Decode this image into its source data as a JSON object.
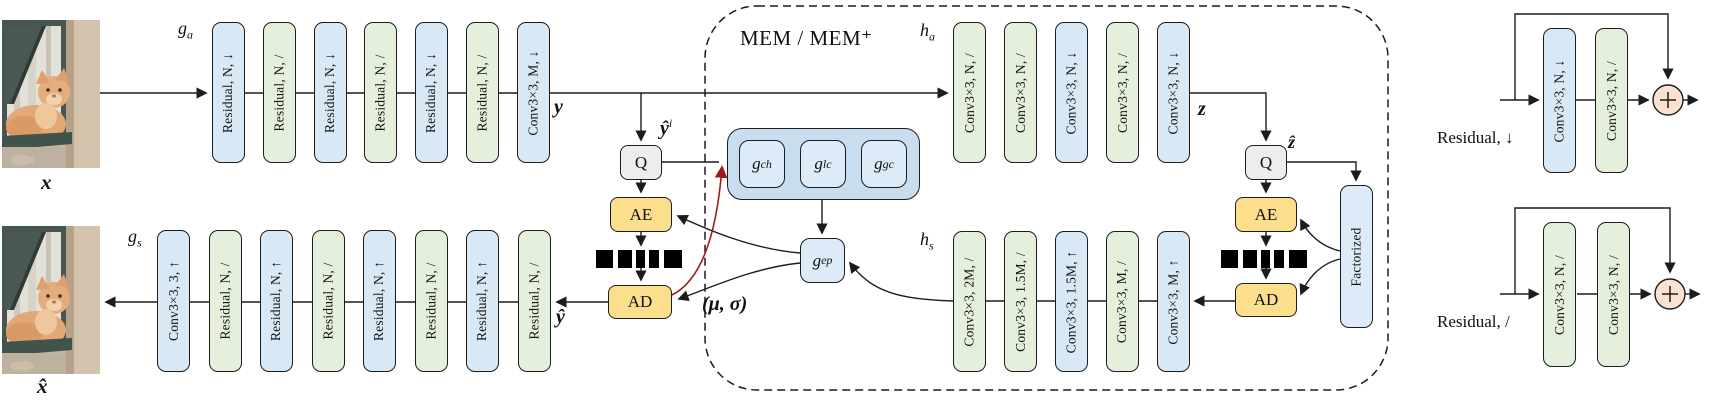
{
  "figure": {
    "input_label": "x",
    "output_label": "x̂",
    "signals": {
      "y": "y",
      "y_hat_base": "ŷ",
      "y_hat_sup": "i",
      "y_hat_dec": "ŷ",
      "z": "z",
      "z_hat": "ẑ",
      "mu_sigma": "(μ, σ)"
    },
    "encoder": {
      "name_base": "g",
      "name_sub": "a",
      "blocks": [
        {
          "label": "Residual, N, ↓",
          "type": "blue"
        },
        {
          "label": "Residual, N, /",
          "type": "green"
        },
        {
          "label": "Residual, N, ↓",
          "type": "blue"
        },
        {
          "label": "Residual, N, /",
          "type": "green"
        },
        {
          "label": "Residual, N, ↓",
          "type": "blue"
        },
        {
          "label": "Residual, N, /",
          "type": "green"
        },
        {
          "label": "Conv3×3, M, ↓",
          "type": "blue"
        }
      ]
    },
    "decoder": {
      "name_base": "g",
      "name_sub": "s",
      "blocks": [
        {
          "label": "Conv3×3, 3, ↑",
          "type": "blue"
        },
        {
          "label": "Residual, N, /",
          "type": "green"
        },
        {
          "label": "Residual, N, ↑",
          "type": "blue"
        },
        {
          "label": "Residual, N, /",
          "type": "green"
        },
        {
          "label": "Residual, N, ↑",
          "type": "blue"
        },
        {
          "label": "Residual, N, /",
          "type": "green"
        },
        {
          "label": "Residual, N, ↑",
          "type": "blue"
        },
        {
          "label": "Residual, N, /",
          "type": "green"
        }
      ]
    },
    "hyper_encoder": {
      "name_base": "h",
      "name_sub": "a",
      "blocks": [
        {
          "label": "Conv3×3, N, /",
          "type": "green"
        },
        {
          "label": "Conv3×3, N, /",
          "type": "green"
        },
        {
          "label": "Conv3×3, N, ↓",
          "type": "blue"
        },
        {
          "label": "Conv3×3, N, /",
          "type": "green"
        },
        {
          "label": "Conv3×3, N, ↓",
          "type": "blue"
        }
      ]
    },
    "hyper_decoder": {
      "name_base": "h",
      "name_sub": "s",
      "blocks": [
        {
          "label": "Conv3×3, 2M, /",
          "type": "green"
        },
        {
          "label": "Conv3×3, 1.5M, /",
          "type": "green"
        },
        {
          "label": "Conv3×3, 1.5M, ↑",
          "type": "blue"
        },
        {
          "label": "Conv3×3, M, /",
          "type": "green"
        },
        {
          "label": "Conv3×3, M, ↑",
          "type": "blue"
        }
      ]
    },
    "mem": {
      "title": "MEM / MEM⁺",
      "context_models": [
        {
          "base": "g",
          "sub": "ch"
        },
        {
          "base": "g",
          "sub": "lc"
        },
        {
          "base": "g",
          "sub": "gc"
        }
      ],
      "entropy_params": {
        "base": "g",
        "sub": "ep"
      },
      "factorized_label": "Factorized"
    },
    "codec": {
      "quantizer": "Q",
      "arithmetic_encoder": "AE",
      "arithmetic_decoder": "AD"
    },
    "legend": {
      "residual_down": {
        "label": "Residual, ↓",
        "blocks": [
          {
            "label": "Conv3×3, N, ↓",
            "type": "blue"
          },
          {
            "label": "Conv3×3, N, /",
            "type": "green"
          }
        ]
      },
      "residual_keep": {
        "label": "Residual, /",
        "blocks": [
          {
            "label": "Conv3×3, N, /",
            "type": "green"
          },
          {
            "label": "Conv3×3, N, /",
            "type": "green"
          }
        ]
      }
    },
    "colors": {
      "block_blue": "#d9e8f5",
      "block_green": "#e5f0dc",
      "container_blue": "#c9ddf0",
      "inner_blue": "#dcebf7",
      "quantizer_gray": "#ededed",
      "codec_yellow": "#fbdf8d",
      "sum_peach": "#fbe2d0",
      "arrow_red": "#9e1a1a",
      "line_black": "#1c1c1c"
    }
  }
}
